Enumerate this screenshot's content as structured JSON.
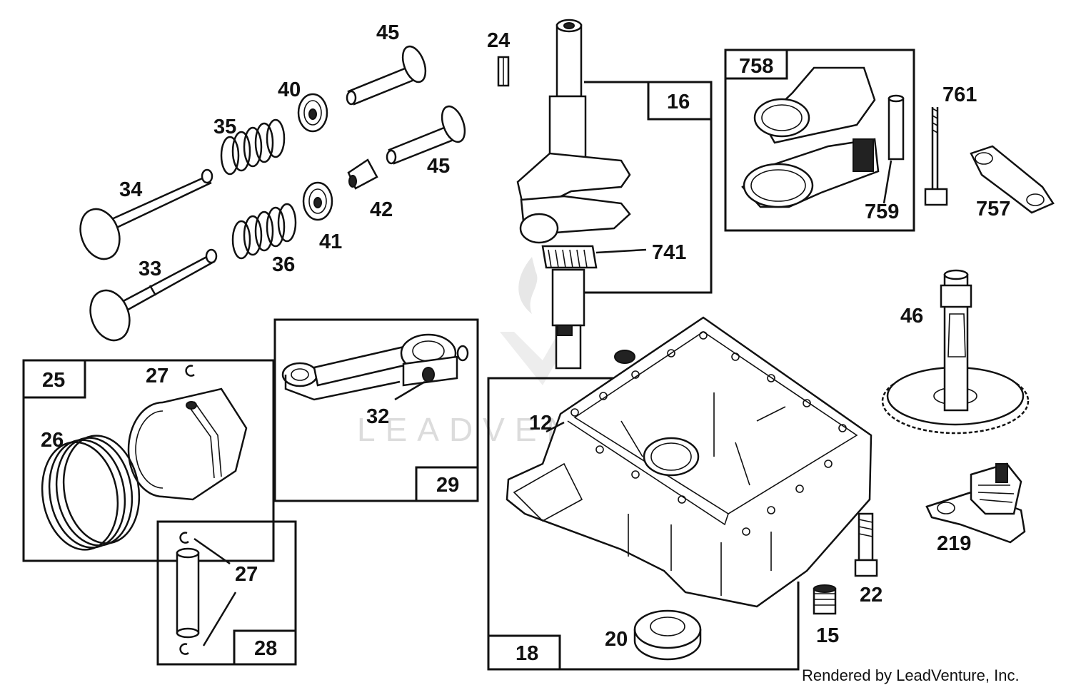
{
  "diagram": {
    "callouts": {
      "p45a": "45",
      "p24": "24",
      "p40": "40",
      "p35": "35",
      "p45b": "45",
      "p34": "34",
      "p42": "42",
      "p41": "41",
      "p33": "33",
      "p36": "36",
      "p741": "741",
      "p761": "761",
      "p759": "759",
      "p757": "757",
      "p46": "46",
      "p27a": "27",
      "p26": "26",
      "p32": "32",
      "p12": "12",
      "p27b": "27",
      "p219": "219",
      "p22": "22",
      "p20": "20",
      "p15": "15"
    },
    "boxes": {
      "b16": "16",
      "b758": "758",
      "b25": "25",
      "b29": "29",
      "b28": "28",
      "b18": "18"
    },
    "watermark": "LEADVENTURE",
    "credit": "Rendered by LeadVenture, Inc."
  }
}
